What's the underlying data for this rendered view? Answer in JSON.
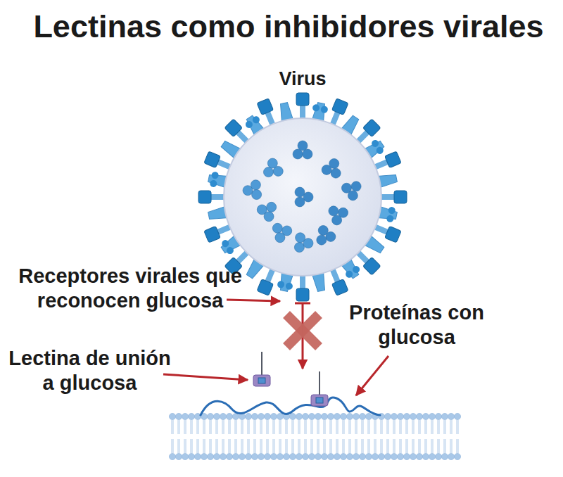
{
  "diagram": {
    "title": "Lectinas como inhibidores virales",
    "labels": [
      "Virus",
      "Receptores virales que reconocen glucosa",
      "Lectina de unión a glucosa",
      "Proteínas con glucosa"
    ]
  }
}
